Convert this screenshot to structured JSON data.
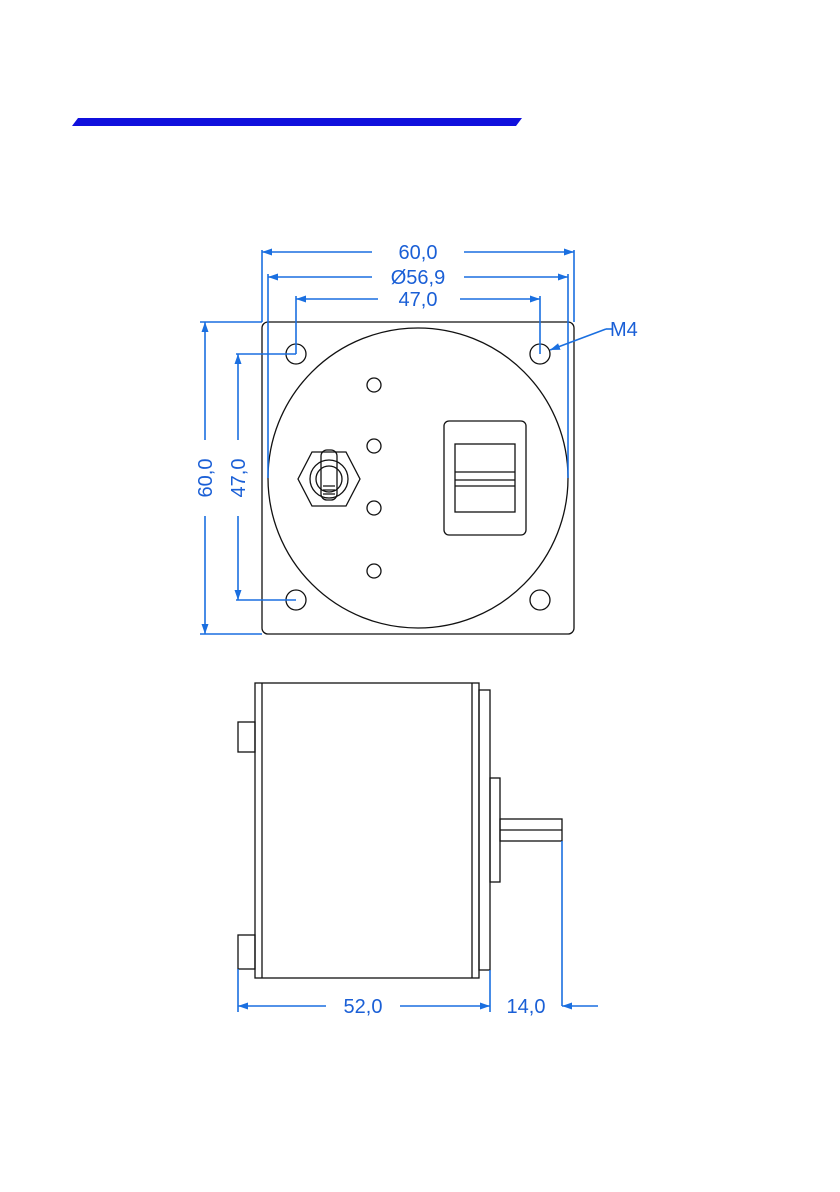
{
  "header": {
    "accent_color": "#1010dd"
  },
  "colors": {
    "dimension": "#1a6fe0",
    "outline": "#111111"
  },
  "front_view": {
    "width_label": "60,0",
    "diameter_label": "Ø56,9",
    "hole_spacing_label": "47,0",
    "thread_label": "M4",
    "height_label": "60,0",
    "vertical_hole_spacing_label": "47,0"
  },
  "side_view": {
    "body_length_label": "52,0",
    "shaft_length_label": "14,0"
  }
}
